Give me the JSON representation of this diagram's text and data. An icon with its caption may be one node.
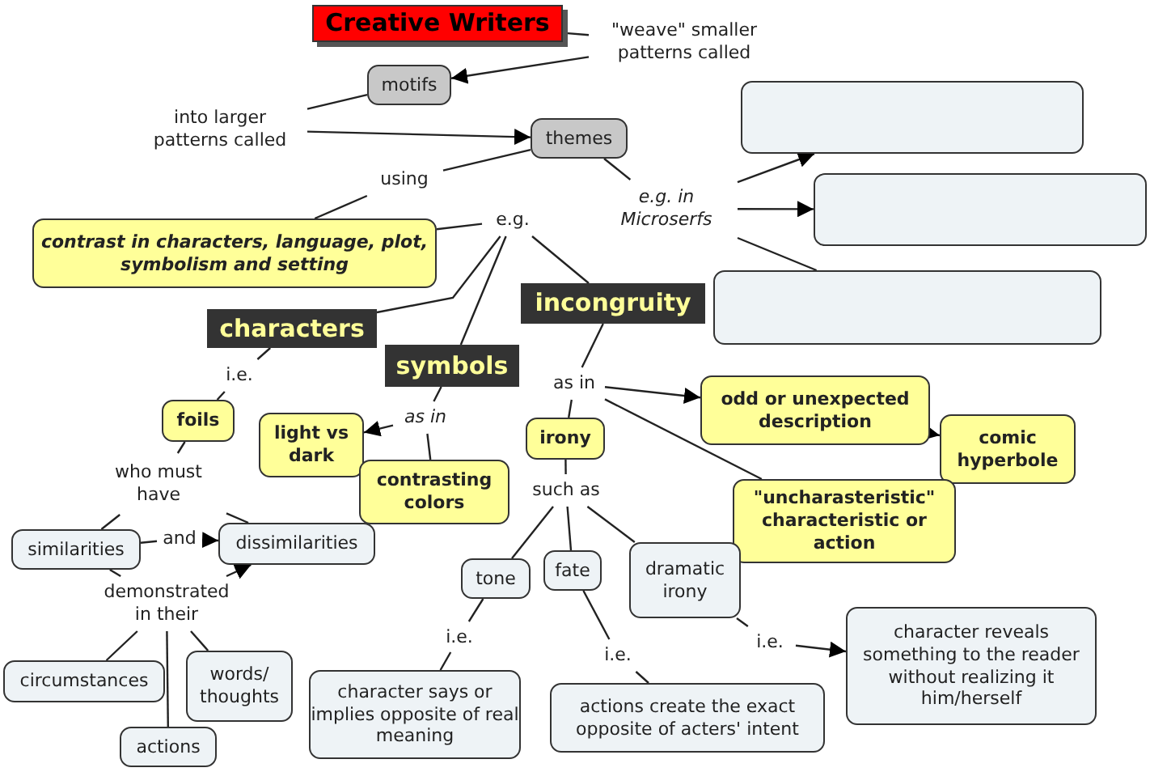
{
  "diagram": {
    "nodes": [
      {
        "text": [
          "Creative Writers"
        ]
      },
      {
        "text": [
          "\"weave\" smaller patterns called"
        ]
      },
      {
        "text": [
          "motifs"
        ]
      },
      {
        "text": [
          "into larger patterns called"
        ]
      },
      {
        "text": [
          "themes"
        ]
      },
      {
        "text": [
          "using"
        ]
      },
      {
        "text": [
          "e.g. in Microserfs"
        ]
      },
      {
        "text": [],
        "shape": "box"
      },
      {
        "text": [],
        "shape": "box"
      },
      {
        "text": [],
        "shape": "box"
      },
      {
        "text": [
          "contrast in characters, language, plot, symbolism and setting"
        ]
      },
      {
        "text": [
          "e.g."
        ]
      },
      {
        "text": [
          "characters"
        ]
      },
      {
        "text": [
          "incongruity"
        ]
      },
      {
        "text": [
          "symbols"
        ]
      },
      {
        "text": [
          "i.e."
        ]
      },
      {
        "text": [
          "as in"
        ]
      },
      {
        "text": [
          "as in"
        ]
      },
      {
        "text": [
          "foils"
        ]
      },
      {
        "text": [
          "light vs dark"
        ]
      },
      {
        "text": [
          "irony"
        ]
      },
      {
        "text": [
          "odd or unexpected description"
        ]
      },
      {
        "text": [
          "contrasting colors"
        ]
      },
      {
        "text": [
          "comic hyperbole"
        ]
      },
      {
        "text": [
          "who must have"
        ]
      },
      {
        "text": [
          "\"uncharasteristic\" characteristic or action"
        ]
      },
      {
        "text": [
          "such as"
        ]
      },
      {
        "text": [
          "similarities"
        ]
      },
      {
        "text": [
          "and"
        ]
      },
      {
        "text": [
          "dissimilarities"
        ]
      },
      {
        "text": [
          "tone"
        ]
      },
      {
        "text": [
          "fate"
        ]
      },
      {
        "text": [
          "dramatic irony"
        ]
      },
      {
        "text": [
          "demonstrated in their"
        ]
      },
      {
        "text": [
          "i.e."
        ]
      },
      {
        "text": [
          "i.e."
        ]
      },
      {
        "text": [
          "i.e."
        ]
      },
      {
        "text": [
          "character reveals something to the reader without realizing it him/herself"
        ]
      },
      {
        "text": [
          "circumstances"
        ]
      },
      {
        "text": [
          "words/ thoughts"
        ]
      },
      {
        "text": [
          "character says or implies opposite of real meaning"
        ]
      },
      {
        "text": [
          "actions create the exact opposite of acters' intent"
        ]
      },
      {
        "text": [
          "actions"
        ]
      }
    ],
    "edges": [
      {
        "from": 0,
        "to": 1,
        "arrow": "none"
      },
      {
        "from": 1,
        "to": 2,
        "arrow": "to"
      },
      {
        "from": 2,
        "to": 3,
        "arrow": "none"
      },
      {
        "from": 3,
        "to": 4,
        "arrow": "to"
      },
      {
        "from": 4,
        "to": 5,
        "arrow": "none"
      },
      {
        "from": 5,
        "to": 10,
        "arrow": "none"
      },
      {
        "from": 4,
        "to": 6,
        "arrow": "none"
      },
      {
        "from": 6,
        "to": 7,
        "arrow": "to"
      },
      {
        "from": 6,
        "to": 8,
        "arrow": "to"
      },
      {
        "from": 6,
        "to": 9,
        "arrow": "none"
      },
      {
        "from": 10,
        "to": 11,
        "arrow": "none"
      },
      {
        "from": 11,
        "to": 12,
        "arrow": "none"
      },
      {
        "from": 11,
        "to": 14,
        "arrow": "none"
      },
      {
        "from": 11,
        "to": 13,
        "arrow": "none"
      },
      {
        "from": 12,
        "to": 15,
        "arrow": "none"
      },
      {
        "from": 15,
        "to": 18,
        "arrow": "none"
      },
      {
        "from": 18,
        "to": 24,
        "arrow": "none"
      },
      {
        "from": 24,
        "to": 27,
        "arrow": "none"
      },
      {
        "from": 24,
        "to": 29,
        "arrow": "none"
      },
      {
        "from": 27,
        "to": 28,
        "arrow": "none"
      },
      {
        "from": 28,
        "to": 29,
        "arrow": "to"
      },
      {
        "from": 27,
        "to": 33,
        "arrow": "none"
      },
      {
        "from": 33,
        "to": 29,
        "arrow": "to"
      },
      {
        "from": 33,
        "to": 38,
        "arrow": "none"
      },
      {
        "from": 33,
        "to": 39,
        "arrow": "none"
      },
      {
        "from": 33,
        "to": 42,
        "arrow": "none"
      },
      {
        "from": 14,
        "to": 17,
        "arrow": "none"
      },
      {
        "from": 17,
        "to": 19,
        "arrow": "to"
      },
      {
        "from": 17,
        "to": 22,
        "arrow": "none"
      },
      {
        "from": 13,
        "to": 16,
        "arrow": "none"
      },
      {
        "from": 16,
        "to": 21,
        "arrow": "to"
      },
      {
        "from": 16,
        "to": 20,
        "arrow": "none"
      },
      {
        "from": 16,
        "to": 25,
        "arrow": "none"
      },
      {
        "from": 21,
        "to": 23,
        "arrow": "to"
      },
      {
        "from": 20,
        "to": 26,
        "arrow": "none"
      },
      {
        "from": 26,
        "to": 30,
        "arrow": "none"
      },
      {
        "from": 26,
        "to": 31,
        "arrow": "none"
      },
      {
        "from": 26,
        "to": 32,
        "arrow": "none"
      },
      {
        "from": 30,
        "to": 34,
        "arrow": "none"
      },
      {
        "from": 34,
        "to": 40,
        "arrow": "none"
      },
      {
        "from": 31,
        "to": 35,
        "arrow": "none"
      },
      {
        "from": 35,
        "to": 41,
        "arrow": "none"
      },
      {
        "from": 32,
        "to": 36,
        "arrow": "none"
      },
      {
        "from": 36,
        "to": 37,
        "arrow": "to"
      }
    ]
  }
}
